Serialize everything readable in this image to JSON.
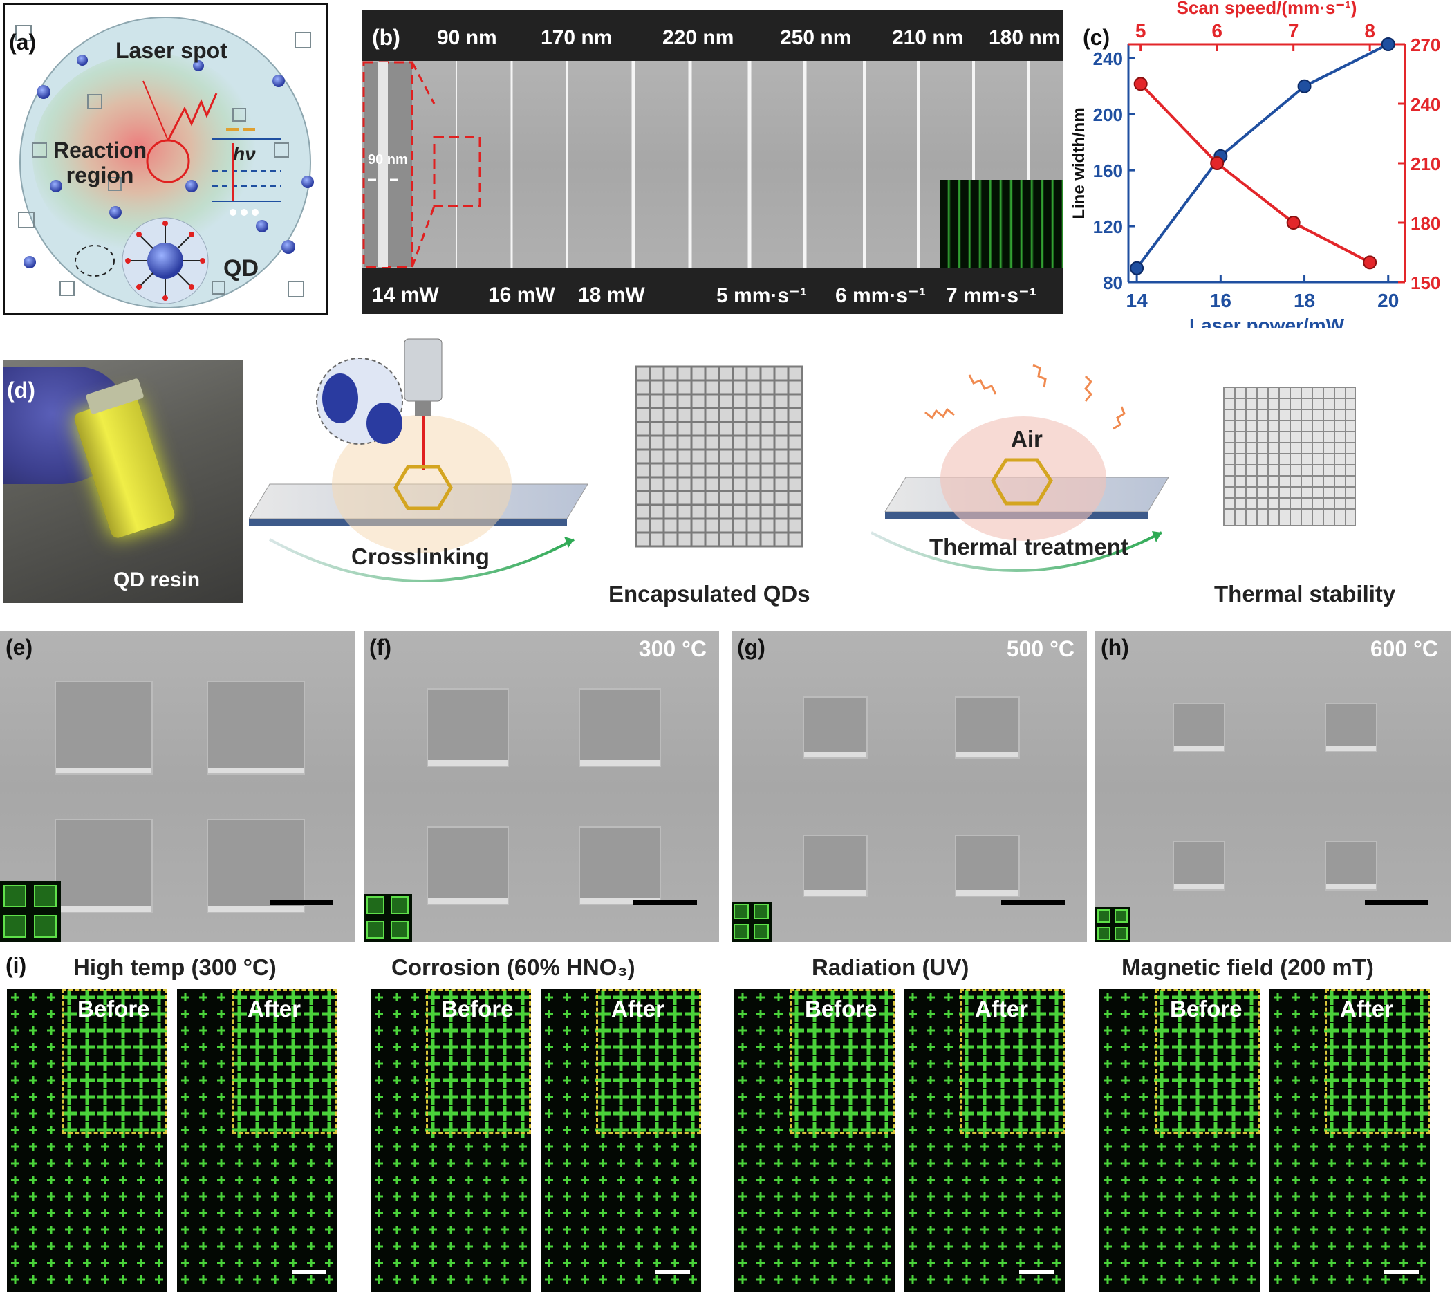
{
  "panels": {
    "a": {
      "label": "(a)",
      "laser_spot": "Laser spot",
      "reaction_line1": "Reaction",
      "reaction_line2": "region",
      "hv": "hν",
      "qd": "QD"
    },
    "b": {
      "label": "(b)",
      "widths": [
        "90 nm",
        "170 nm",
        "220 nm",
        "250 nm",
        "210 nm",
        "180 nm"
      ],
      "inset_width": "90 nm",
      "conditions": [
        "14 mW",
        "16 mW",
        "18 mW",
        "5 mm·s⁻¹",
        "6 mm·s⁻¹",
        "7 mm·s⁻¹"
      ]
    },
    "d": {
      "label": "(d)",
      "qd_resin": "QD resin",
      "crosslinking": "Crosslinking",
      "encapsulated": "Encapsulated QDs",
      "air": "Air",
      "thermal_treatment": "Thermal treatment",
      "thermal_stability": "Thermal stability"
    },
    "e": {
      "label": "(e)",
      "temp": ""
    },
    "f": {
      "label": "(f)",
      "temp": "300 °C"
    },
    "g": {
      "label": "(g)",
      "temp": "500 °C"
    },
    "h": {
      "label": "(h)",
      "temp": "600 °C"
    },
    "i": {
      "label": "(i)",
      "before": "Before",
      "after": "After",
      "groups": [
        {
          "title": "High temp (300 °C)"
        },
        {
          "title": "Corrosion (60% HNO₃)"
        },
        {
          "title": "Radiation (UV)"
        },
        {
          "title": "Magnetic field (200 mT)"
        }
      ]
    }
  },
  "colors": {
    "blue": "#1f4fa0",
    "red": "#e3262a",
    "green": "#4ad23a",
    "yellow_dash": "#d9c43a"
  },
  "chart_data": {
    "type": "line",
    "panel_label": "(c)",
    "title": "",
    "series": [
      {
        "name": "",
        "axis": "bottom-left",
        "color": "#1f4fa0",
        "x": [
          14,
          16,
          18,
          20
        ],
        "y": [
          90,
          170,
          220,
          250
        ]
      },
      {
        "name": "",
        "axis": "top-right",
        "color": "#e3262a",
        "x": [
          5,
          6,
          7,
          8
        ],
        "y": [
          250,
          210,
          180,
          160
        ]
      }
    ],
    "xlabel_bottom": "Laser power/mW",
    "xlabel_top": "Scan speed/(mm·s⁻¹)",
    "ylabel_left": "Line width/nm",
    "ylabel_right": "",
    "x_bottom_lim": [
      13.8,
      20.4
    ],
    "x_top_lim": [
      4.84,
      8.46
    ],
    "y_left_lim": [
      80,
      250
    ],
    "y_right_lim": [
      150,
      270
    ],
    "x_bottom_ticks": [
      "14",
      "16",
      "18",
      "20"
    ],
    "x_top_ticks": [
      "5",
      "6",
      "7",
      "8"
    ],
    "y_left_ticks": [
      "80",
      "120",
      "160",
      "200",
      "240"
    ],
    "y_right_ticks": [
      "150",
      "180",
      "210",
      "240",
      "270"
    ],
    "grid": false
  }
}
